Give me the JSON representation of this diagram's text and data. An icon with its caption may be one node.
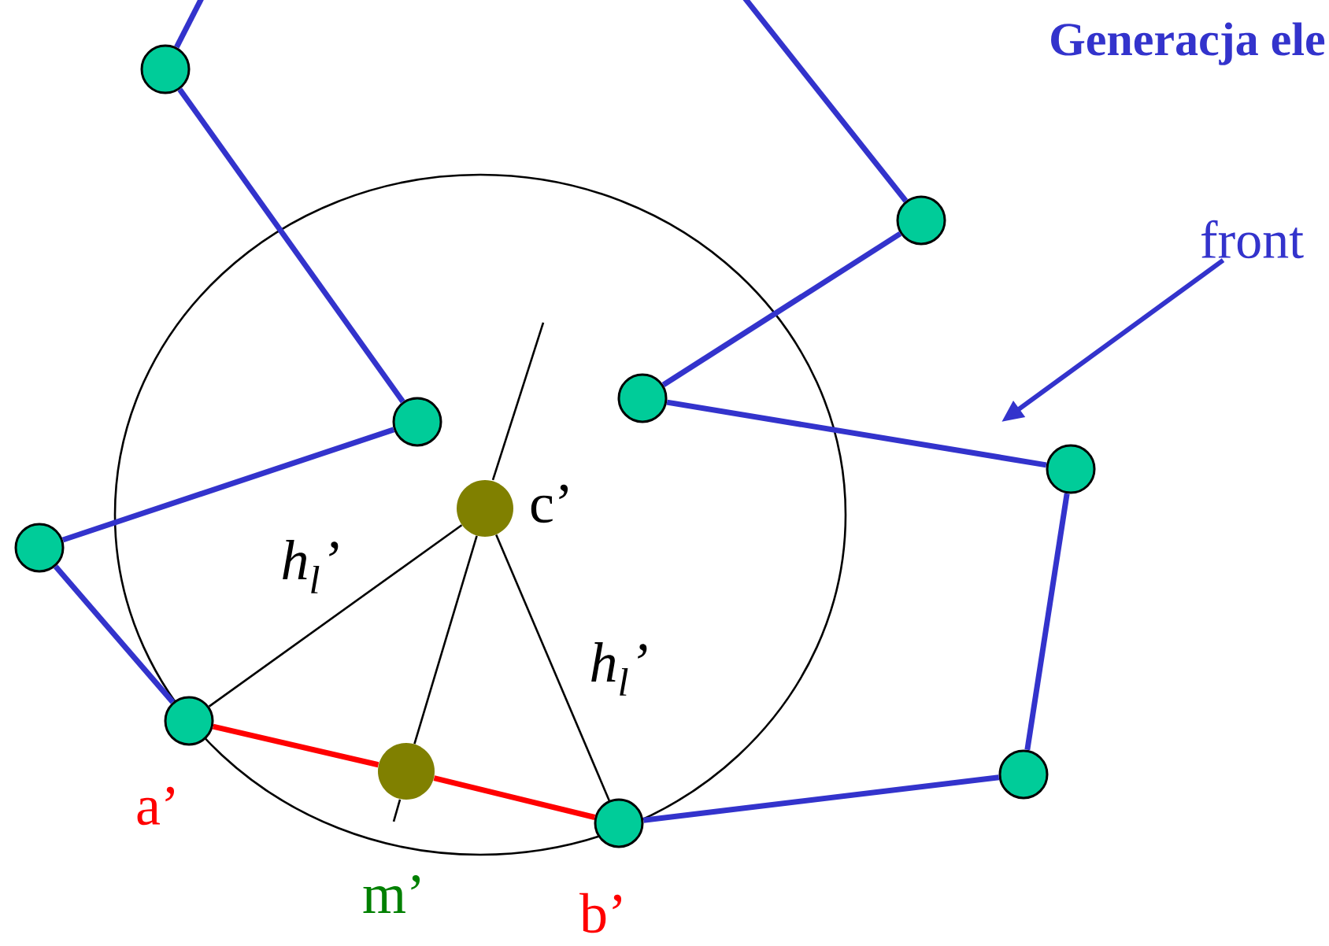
{
  "diagram": {
    "title": "Generacja ele",
    "nodes": [
      {
        "text": [],
        "shape": "circle"
      },
      {
        "text": [],
        "shape": "circle"
      },
      {
        "text": [],
        "shape": "circle"
      },
      {
        "text": [],
        "shape": "circle",
        "beside": [
          "a’"
        ]
      },
      {
        "text": [],
        "shape": "circle",
        "beside": [
          "b’"
        ]
      },
      {
        "text": [],
        "shape": "circle"
      },
      {
        "text": [],
        "shape": "circle"
      },
      {
        "text": [],
        "shape": "circle"
      },
      {
        "text": [],
        "shape": "circle"
      },
      {
        "text": [],
        "shape": "circle",
        "beside": [
          "c’"
        ]
      },
      {
        "text": [],
        "shape": "circle",
        "beside": [
          "m’"
        ]
      },
      {
        "text": [
          "front"
        ]
      }
    ],
    "edges": [
      {
        "from": null,
        "to": 0,
        "arrow": "none"
      },
      {
        "from": 0,
        "to": 1,
        "arrow": "none"
      },
      {
        "from": 1,
        "to": 2,
        "arrow": "none"
      },
      {
        "from": 2,
        "to": 3,
        "arrow": "none"
      },
      {
        "from": 3,
        "to": 10,
        "arrow": "none",
        "color": "#ff0000"
      },
      {
        "from": 10,
        "to": 4,
        "arrow": "none",
        "color": "#ff0000"
      },
      {
        "from": 4,
        "to": 5,
        "arrow": "none"
      },
      {
        "from": 5,
        "to": 6,
        "arrow": "none"
      },
      {
        "from": 6,
        "to": 7,
        "arrow": "none"
      },
      {
        "from": 7,
        "to": 8,
        "arrow": "none"
      },
      {
        "from": 8,
        "to": null,
        "arrow": "none"
      },
      {
        "from": 9,
        "to": 3,
        "arrow": "none",
        "label": "h$_{l}$’",
        "color": "#000000"
      },
      {
        "from": 9,
        "to": 4,
        "arrow": "none",
        "label": "h$_{l}$’",
        "color": "#000000"
      },
      {
        "from": 10,
        "to": 9,
        "arrow": "none",
        "color": "#000000"
      },
      {
        "from": 11,
        "to": null,
        "arrow": "to"
      }
    ]
  }
}
